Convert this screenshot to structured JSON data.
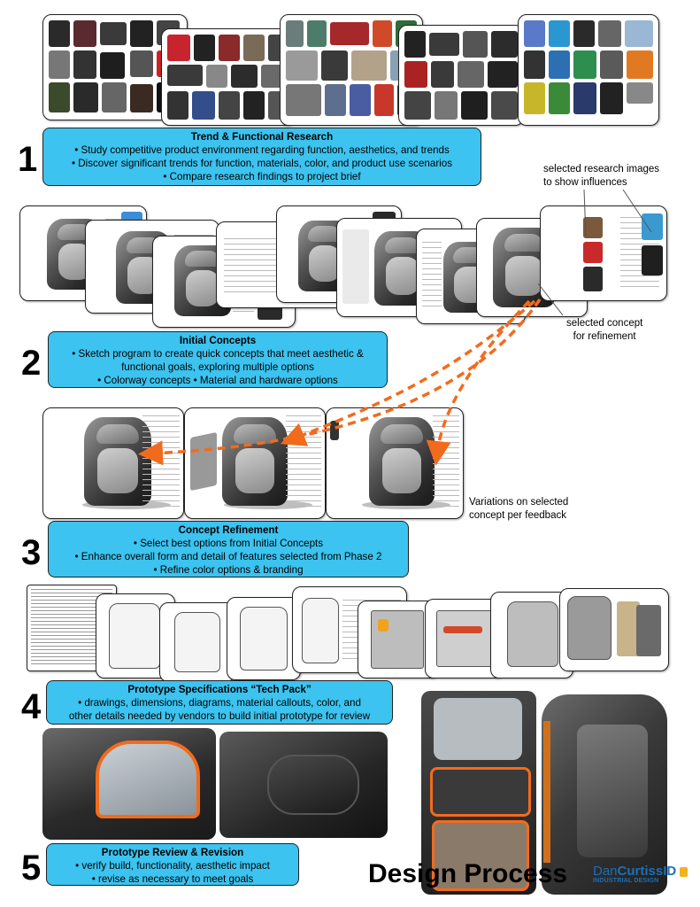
{
  "phases": [
    {
      "number": "1",
      "title": "Trend & Functional Research",
      "lines": [
        "• Study competitive product environment regarding function, aesthetics, and trends",
        "• Discover significant trends for function, materials, color, and product use scenarios",
        "• Compare research findings to project brief"
      ]
    },
    {
      "number": "2",
      "title": "Initial Concepts",
      "lines": [
        "• Sketch program to create quick concepts that meet aesthetic &",
        "functional goals, exploring multiple options",
        "• Colorway concepts • Material and hardware options"
      ]
    },
    {
      "number": "3",
      "title": "Concept Refinement",
      "lines": [
        "• Select best options from Initial Concepts",
        "• Enhance overall form and detail of features selected from Phase 2",
        "• Refine color options & branding"
      ]
    },
    {
      "number": "4",
      "title": "Prototype Specifications “Tech Pack”",
      "lines": [
        "• drawings, dimensions, diagrams, material callouts, color, and",
        "other details needed by vendors to build initial prototype for review"
      ]
    },
    {
      "number": "5",
      "title": "Prototype Review & Revision",
      "lines": [
        "• verify build, functionality, aesthetic impact",
        "• revise as necessary to meet goals"
      ]
    }
  ],
  "notes": {
    "research_images": [
      "selected research images",
      "to show influences"
    ],
    "selected_concept": [
      "selected concept",
      "for refinement"
    ],
    "variations": [
      "Variations on selected",
      "concept per feedback"
    ]
  },
  "footer": {
    "title": "Design Process",
    "brand_name_part1": "Dan",
    "brand_name_part2": "CurtissID",
    "brand_sub": "INDUSTRIAL DESIGN"
  },
  "colors": {
    "box_fill": "#3cc3ef",
    "arrow": "#f26b1d",
    "brand_blue": "#1d6fb8",
    "brand_yellow": "#f2b21b"
  }
}
